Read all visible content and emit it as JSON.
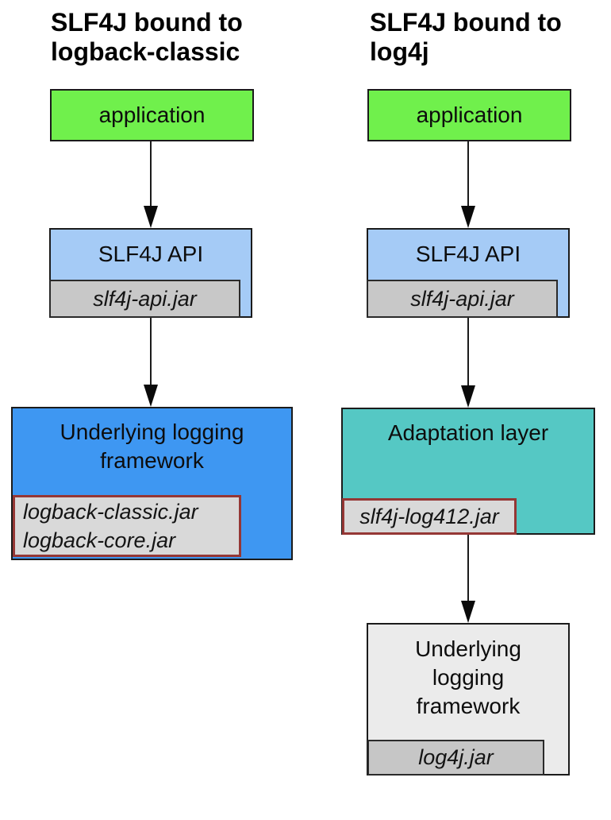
{
  "diagrams": [
    {
      "title": "SLF4J bound to\nlogback-classic",
      "application_label": "application",
      "api_label": "SLF4J API",
      "api_jar": "slf4j-api.jar",
      "framework_label": "Underlying logging framework",
      "framework_jars": [
        "logback-classic.jar",
        "logback-core.jar"
      ]
    },
    {
      "title": "SLF4J bound to\nlog4j",
      "application_label": "application",
      "api_label": "SLF4J API",
      "api_jar": "slf4j-api.jar",
      "adaptation_label": "Adaptation layer",
      "adaptation_jar": "slf4j-log412.jar",
      "framework_label": "Underlying logging framework",
      "framework_jar": "log4j.jar"
    }
  ],
  "colors": {
    "background": "#FFFFFF",
    "application_fill": "#70F04C",
    "slf4j_api_fill": "#A5CBF6",
    "framework_blue_fill": "#3E97F2",
    "adaptation_fill": "#55C8C4",
    "framework_gray_fill": "#EBEBEB",
    "jar_gray_fill": "#C8C8C8",
    "jar_light_fill": "#D9D9D9",
    "jar_highlight_border": "#953735",
    "box_border": "#1B1B1B",
    "text": "#000000"
  }
}
